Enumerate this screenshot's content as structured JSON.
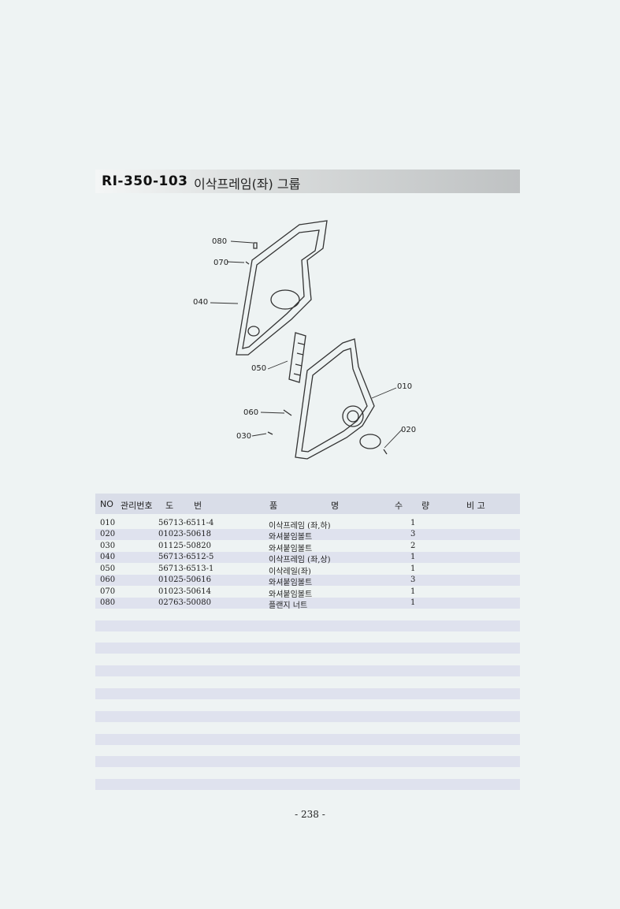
{
  "title": {
    "code": "RI-350-103",
    "name": "이삭프레임(좌) 그룹"
  },
  "diagram": {
    "callouts": [
      "080",
      "070",
      "040",
      "050",
      "060",
      "030",
      "010",
      "020"
    ]
  },
  "table": {
    "headers": {
      "no": "NO",
      "mgmt": "관리번호",
      "drawing_1": "도",
      "drawing_2": "번",
      "name_1": "품",
      "name_2": "명",
      "qty_1": "수",
      "qty_2": "량",
      "remark": "비 고"
    },
    "rows": [
      {
        "no": "010",
        "part": "56713-6511-4",
        "name": "이삭프레임 (좌,하)",
        "qty": "1"
      },
      {
        "no": "020",
        "part": "01023-50618",
        "name": "와셔붙임볼트",
        "qty": "3"
      },
      {
        "no": "030",
        "part": "01125-50820",
        "name": "와셔붙임볼트",
        "qty": "2"
      },
      {
        "no": "040",
        "part": "56713-6512-5",
        "name": "이삭프레임 (좌,상)",
        "qty": "1"
      },
      {
        "no": "050",
        "part": "56713-6513-1",
        "name": "이삭레일(좌)",
        "qty": "1"
      },
      {
        "no": "060",
        "part": "01025-50616",
        "name": "와셔붙임볼트",
        "qty": "3"
      },
      {
        "no": "070",
        "part": "01023-50614",
        "name": "와셔붙임볼트",
        "qty": "1"
      },
      {
        "no": "080",
        "part": "02763-50080",
        "name": "플랜지 너트",
        "qty": "1"
      }
    ]
  },
  "page_number": "- 238 -"
}
